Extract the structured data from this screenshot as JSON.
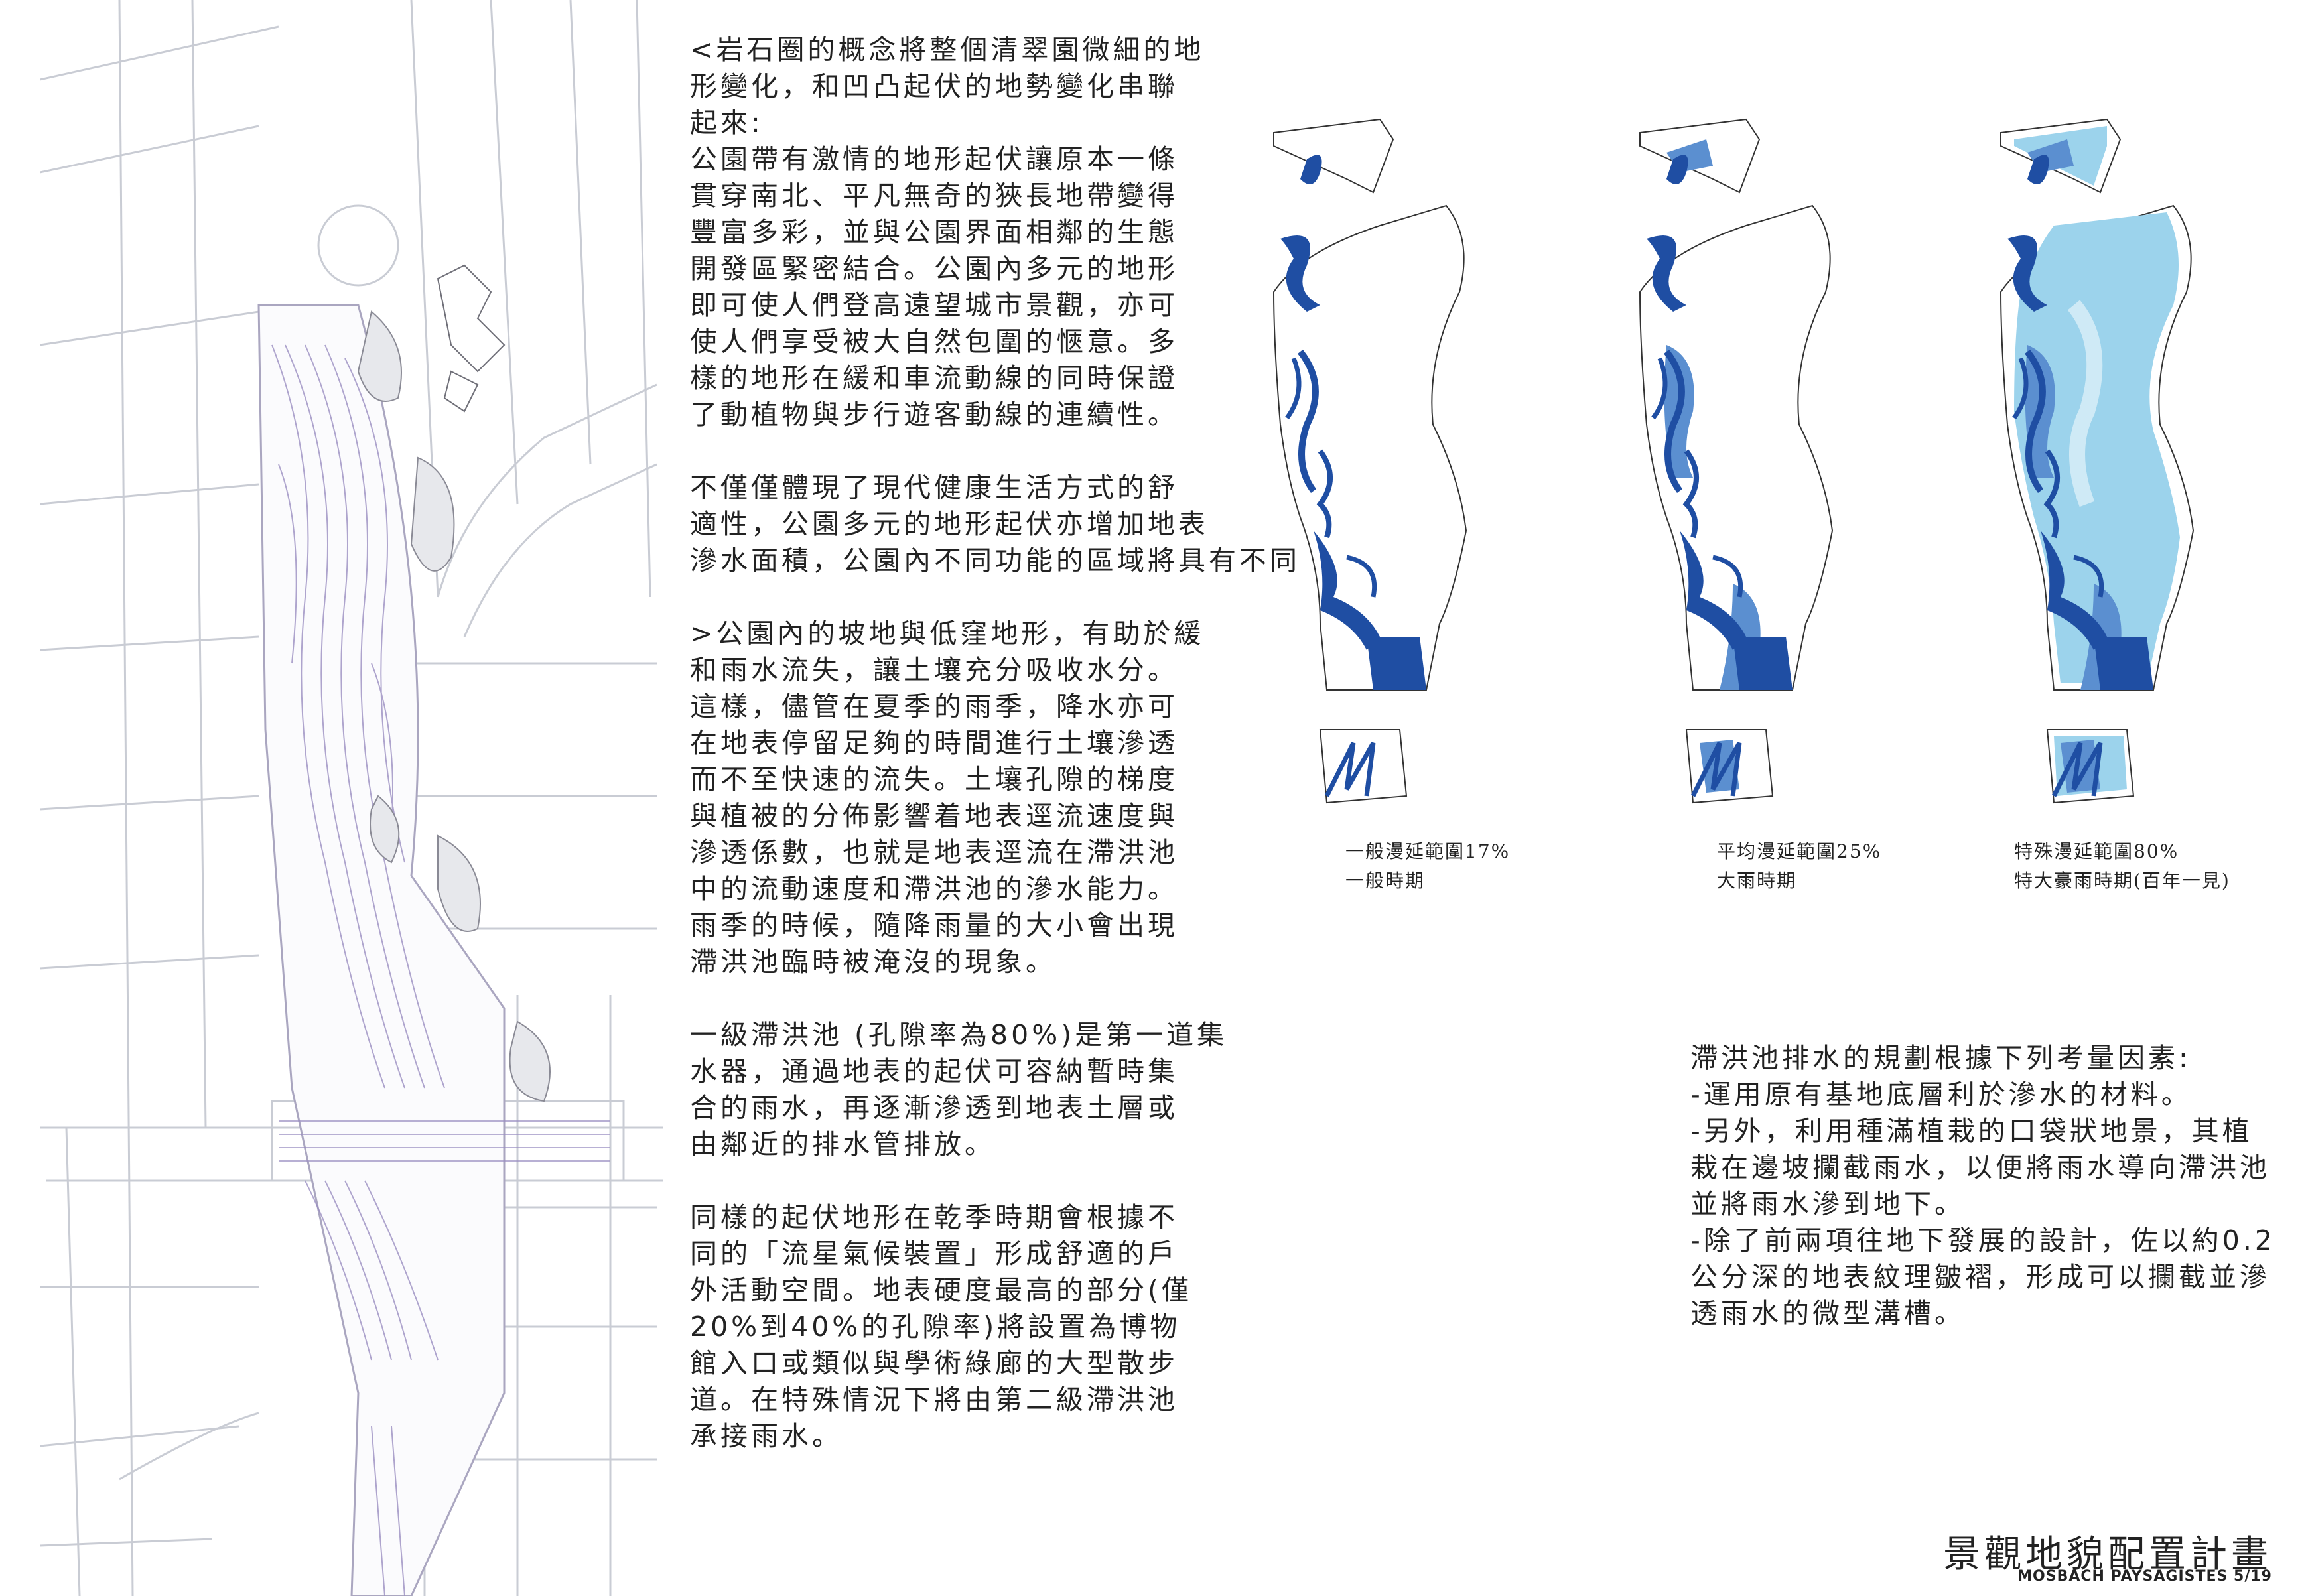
{
  "text_column_left": [
    {
      "lines": [
        "<岩石圈的概念將整個清翠園微細的地",
        "形變化，和凹凸起伏的地勢變化串聯",
        "起來:",
        "公園帶有激情的地形起伏讓原本一條",
        "貫穿南北、平凡無奇的狹長地帶變得",
        "豐富多彩，並與公園界面相鄰的生態",
        "開發區緊密結合。公園內多元的地形",
        "即可使人們登高遠望城市景觀，亦可",
        "使人們享受被大自然包圍的愜意。多",
        "樣的地形在緩和車流動線的同時保證",
        "了動植物與步行遊客動線的連續性。"
      ]
    },
    {
      "lines": [
        "不僅僅體現了現代健康生活方式的舒",
        "適性，公園多元的地形起伏亦增加地表",
        "滲水面積，公園內不同功能的區域將具有不同"
      ]
    },
    {
      "lines": [
        ">公園內的坡地與低窪地形，有助於緩",
        "和雨水流失，讓土壤充分吸收水分。",
        "這樣，儘管在夏季的雨季，降水亦可",
        "在地表停留足夠的時間進行土壤滲透",
        "而不至快速的流失。土壤孔隙的梯度",
        "與植被的分佈影響着地表逕流速度與",
        "滲透係數，也就是地表逕流在滯洪池",
        "中的流動速度和滯洪池的滲水能力。",
        "雨季的時候，隨降雨量的大小會出現",
        "滯洪池臨時被淹沒的現象。"
      ]
    },
    {
      "lines": [
        "一級滯洪池 (孔隙率為80%)是第一道集",
        "水器，通過地表的起伏可容納暫時集",
        "合的雨水，再逐漸滲透到地表土層或",
        "由鄰近的排水管排放。"
      ]
    },
    {
      "lines": [
        "同樣的起伏地形在乾季時期會根據不",
        "同的「流星氣候裝置」形成舒適的戶",
        "外活動空間。地表硬度最高的部分(僅",
        "20%到40%的孔隙率)將設置為博物",
        "館入口或類似與學術綠廊的大型散步",
        "道。在特殊情況下將由第二級滯洪池",
        "承接雨水。"
      ]
    }
  ],
  "text_column_right": {
    "lines": [
      "滯洪池排水的規劃根據下列考量因素:",
      "-運用原有基地底層利於滲水的材料。",
      "-另外，利用種滿植栽的口袋狀地景，其植",
      "栽在邊坡攔截雨水，以便將雨水導向滯洪池",
      "並將雨水滲到地下。",
      "-除了前兩項往地下發展的設計，佐以約0.2",
      "公分深的地表紋理皺褶，形成可以攔截並滲",
      "透雨水的微型溝槽。"
    ]
  },
  "diagrams": [
    {
      "caption_1": "一般漫延範圍17%",
      "caption_2": "一般時期",
      "coverage_percent": 17
    },
    {
      "caption_1": "平均漫延範圍25%",
      "caption_2": "大雨時期",
      "coverage_percent": 25
    },
    {
      "caption_1": "特殊漫延範圍80%",
      "caption_2": "特大豪雨時期(百年一見)",
      "coverage_percent": 80
    }
  ],
  "footer": {
    "title": "景觀地貌配置計畫",
    "subtitle": "MOSBACH PAYSAGISTES 5/19"
  },
  "colors": {
    "dark_blue": "#1f4ea3",
    "mid_blue": "#5b8fd0",
    "light_blue": "#9cd3ec",
    "pale_blue": "#cfeaf6",
    "plan_line": "#c9ccd4",
    "contour": "#9b8fc2"
  }
}
